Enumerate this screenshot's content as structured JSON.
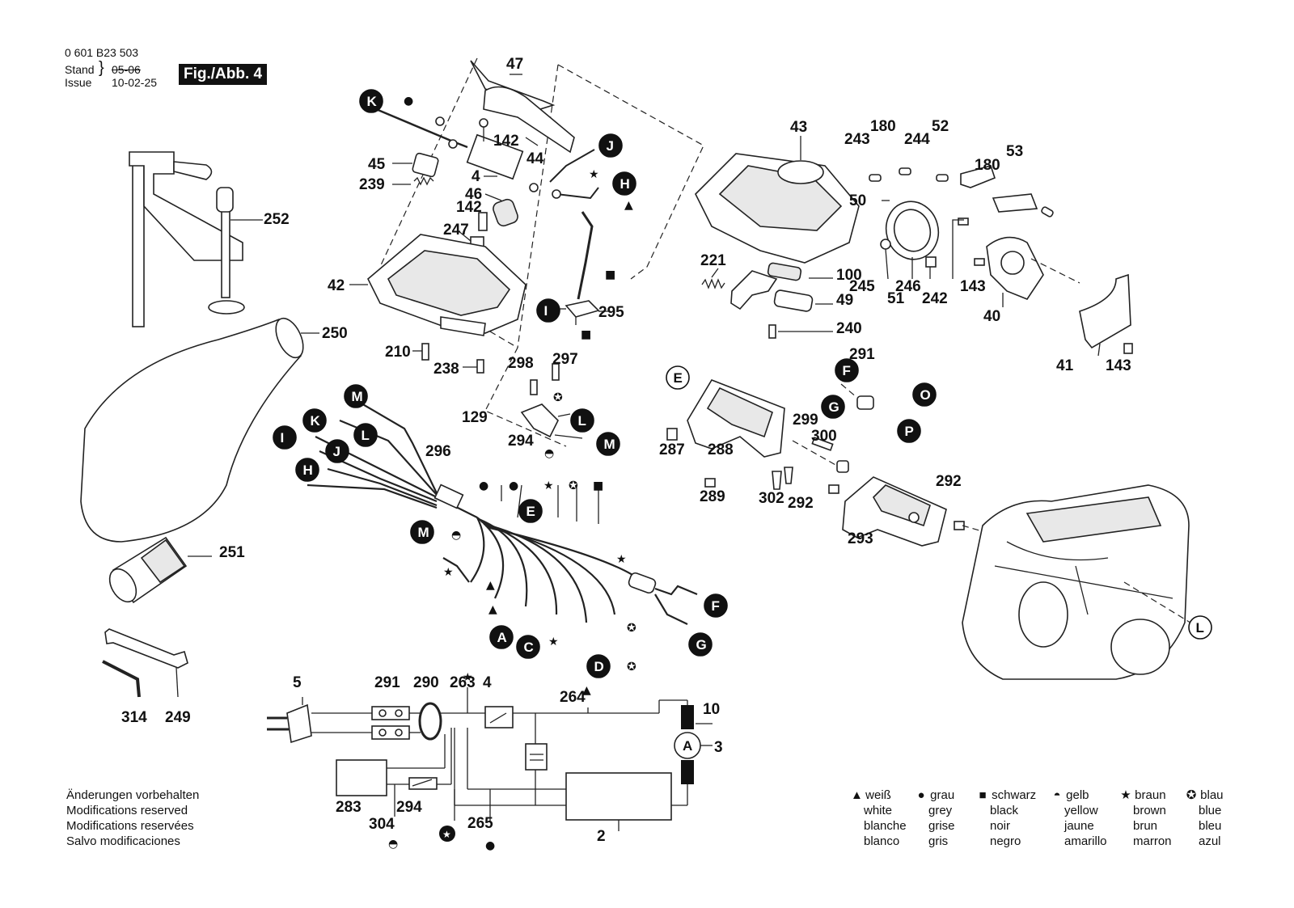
{
  "header": {
    "doc_number": "0 601 B23 503",
    "stand_label": "Stand",
    "issue_label": "Issue",
    "stand_value": "05-06",
    "issue_value": "10-02-25",
    "figure_label": "Fig./Abb. 4"
  },
  "part_labels": [
    "47",
    "142",
    "44",
    "45",
    "4",
    "239",
    "46",
    "142",
    "247",
    "252",
    "42",
    "250",
    "210",
    "238",
    "298",
    "297",
    "295",
    "43",
    "243",
    "180",
    "244",
    "52",
    "180",
    "53",
    "50",
    "221",
    "100",
    "49",
    "240",
    "245",
    "51",
    "246",
    "242",
    "143",
    "40",
    "41",
    "143",
    "291",
    "299",
    "300",
    "287",
    "288",
    "289",
    "302",
    "292",
    "292",
    "293",
    "129",
    "296",
    "294",
    "251",
    "5",
    "291",
    "290",
    "263",
    "4",
    "264",
    "10",
    "3",
    "283",
    "294",
    "304",
    "265",
    "2",
    "314",
    "249"
  ],
  "connector_letters": [
    "K",
    "J",
    "H",
    "I",
    "E",
    "L",
    "M",
    "K",
    "I",
    "J",
    "L",
    "H",
    "M",
    "F",
    "G",
    "O",
    "P",
    "M",
    "E",
    "A",
    "C",
    "D",
    "F",
    "G",
    "L"
  ],
  "notes": [
    "Änderungen vorbehalten",
    "Modifications reserved",
    "Modifications reservées",
    "Salvo modificaciones"
  ],
  "legend": [
    {
      "symbol": "▲",
      "lines": [
        "weiß",
        "white",
        "blanche",
        "blanco"
      ]
    },
    {
      "symbol": "●",
      "lines": [
        "grau",
        "grey",
        "grise",
        "gris"
      ]
    },
    {
      "symbol": "■",
      "lines": [
        "schwarz",
        "black",
        "noir",
        "negro"
      ]
    },
    {
      "symbol": "◓",
      "lines": [
        "gelb",
        "yellow",
        "jaune",
        "amarillo"
      ]
    },
    {
      "symbol": "★",
      "lines": [
        "braun",
        "brown",
        "brun",
        "marron"
      ]
    },
    {
      "symbol": "✪",
      "lines": [
        "blau",
        "blue",
        "bleu",
        "azul"
      ]
    }
  ],
  "circuit": {
    "motor_symbol": "A"
  }
}
